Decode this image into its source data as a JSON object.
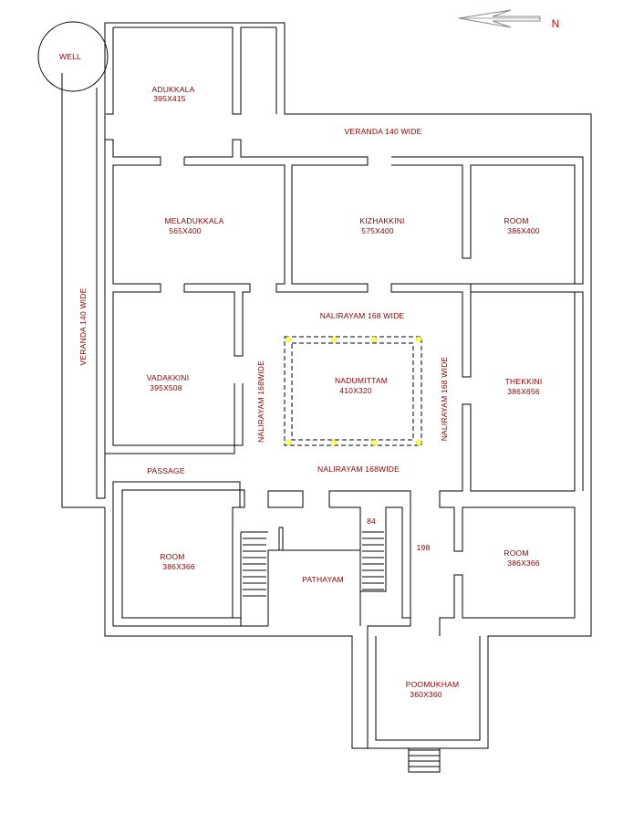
{
  "north_label": "N",
  "colors": {
    "walls": "#000000",
    "labels": "#800000",
    "north": "#cc0000",
    "posts": "#ffff66",
    "arrow": "#888888"
  },
  "rooms": {
    "well": "WELL",
    "adukkala": {
      "name": "ADUKKALA",
      "size": "395X415"
    },
    "meladukkala": {
      "name": "MELADUKKALA",
      "size": "565X400"
    },
    "kizhakkini": {
      "name": "KIZHAKKINI",
      "size": "575X400"
    },
    "room_ne": {
      "name": "ROOM",
      "size": "386X400"
    },
    "vadakkini": {
      "name": "VADAKKINI",
      "size": "395X508"
    },
    "nadumittam": {
      "name": "NADUMITTAM",
      "size": "410X320"
    },
    "thekkini": {
      "name": "THEKKINI",
      "size": "386X656"
    },
    "room_sw": {
      "name": "ROOM",
      "size": "386X366"
    },
    "room_se": {
      "name": "ROOM",
      "size": "386X366"
    },
    "pathayam": "PATHAYAM",
    "poomukham": {
      "name": "POOMUKHAM",
      "size": "360X360"
    }
  },
  "labels": {
    "veranda_top": "VERANDA  140  WIDE",
    "veranda_left": "VERANDA  140  WIDE",
    "nalirayam_top": "NALIRAYAM  168  WIDE",
    "nalirayam_left": "NALIRAYAM  168WIDE",
    "nalirayam_right": "NALIRAYAM  168  WIDE",
    "nalirayam_bottom": "NALIRAYAM  168WIDE",
    "passage": "PASSAGE",
    "dim_84": "84",
    "dim_198": "198"
  }
}
